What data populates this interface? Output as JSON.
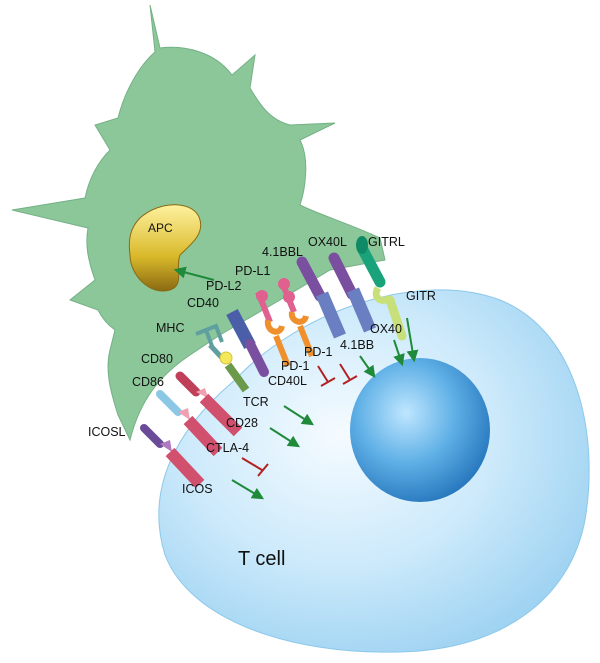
{
  "labels": {
    "apc": "APC",
    "t_cell": "T cell",
    "gitrl": "GITRL",
    "ox40l": "OX40L",
    "bb_l": "4.1BBL",
    "pd_l1": "PD-L1",
    "pd_l2": "PD-L2",
    "cd40": "CD40",
    "mhc": "MHC",
    "cd80": "CD80",
    "cd86": "CD86",
    "icosl": "ICOSL",
    "gitr": "GITR",
    "ox40": "OX40",
    "bb": "4.1BB",
    "pd1_a": "PD-1",
    "pd1_b": "PD-1",
    "cd40l": "CD40L",
    "tcr": "TCR",
    "cd28": "CD28",
    "ctla4": "CTLA-4",
    "icos": "ICOS"
  },
  "colors": {
    "apc_cell": "#8cc79a",
    "t_cell": "#bfe3f7",
    "nucleus": "#4a9bd6",
    "apc_organelle": "#d9b92a",
    "activation_arrow": "#1f8a3a",
    "inhibition_bar": "#b22222"
  }
}
